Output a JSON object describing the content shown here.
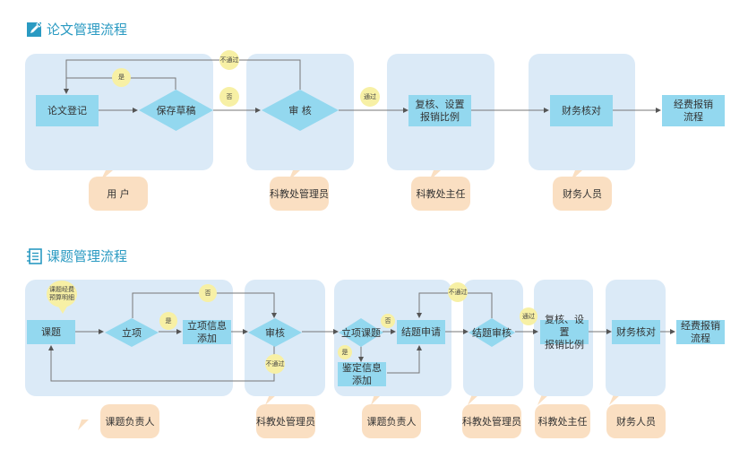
{
  "section1": {
    "title": "论文管理流程",
    "icon": "edit-icon",
    "roles": [
      "用 户",
      "科教处管理员",
      "科教处主任",
      "财务人员"
    ],
    "nodes": {
      "register": "论文登记",
      "save_draft": "保存草稿",
      "review": "审 核",
      "recheck": "复核、设置\n报销比例",
      "finance_check": "财务核对",
      "reimburse": "经费报销\n流程"
    },
    "labels": {
      "yes": "是",
      "no": "否",
      "fail": "不通过",
      "pass": "通过"
    }
  },
  "section2": {
    "title": "课题管理流程",
    "icon": "notebook-icon",
    "roles": [
      "课题负责人",
      "科教处管理员",
      "课题负责人",
      "科教处管理员",
      "科教处主任",
      "财务人员"
    ],
    "nodes": {
      "topic": "课题",
      "approve": "立项",
      "approve_info": "立项信息\n添加",
      "review": "审核",
      "approve_topic": "立项课题",
      "conclusion_apply": "结题申请",
      "appraisal_info": "鉴定信息\n添加",
      "conclusion_review": "结题审核",
      "recheck": "复核、设置\n报销比例",
      "finance_check": "财务核对",
      "reimburse": "经费报销\n流程"
    },
    "labels": {
      "budget_note": "课题经费\n预算明细",
      "no_top": "否",
      "yes_mid": "是",
      "fail_review": "不通过",
      "no_topic": "否",
      "yes_topic": "是",
      "fail_conclusion": "不通过",
      "pass": "通过"
    }
  },
  "colors": {
    "title": "#2a9ac2",
    "lane": "#dbeaf7",
    "node": "#93d8ef",
    "role": "#fadfc2",
    "badge": "#f7f0a5",
    "line": "#666666"
  }
}
